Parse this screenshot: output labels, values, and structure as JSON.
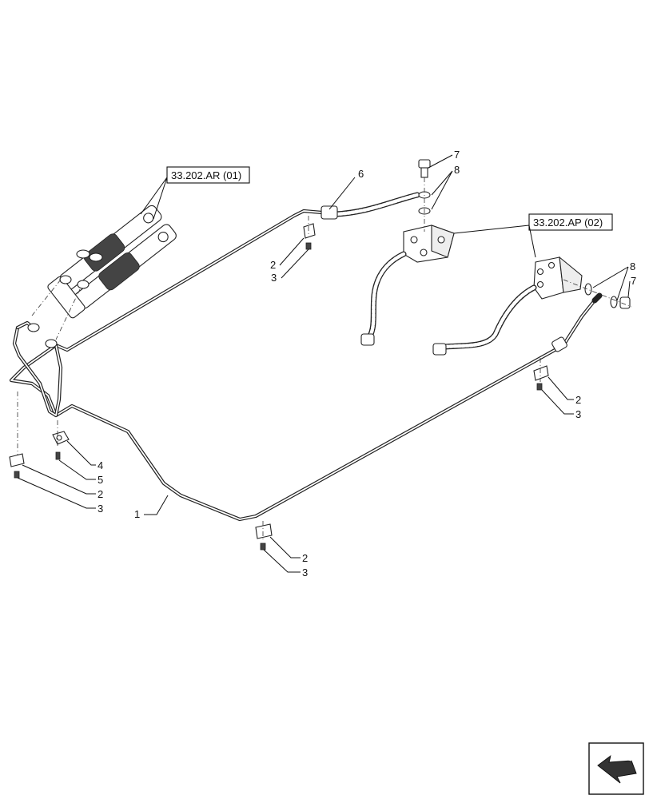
{
  "references": [
    {
      "id": "ref-ar",
      "text": "33.202.AR (01)"
    },
    {
      "id": "ref-ap",
      "text": "33.202.AP (02)"
    }
  ],
  "callouts": {
    "c1": "1",
    "c6": "6",
    "c7a": "7",
    "c8a": "8",
    "c7b": "7",
    "c8b": "8",
    "c2a": "2",
    "c3a": "3",
    "c2b": "2",
    "c3b": "3",
    "c4": "4",
    "c5": "5",
    "c2c": "2",
    "c3c": "3",
    "c2d": "2",
    "c3d": "3"
  },
  "nav_icon": "next-page-arrow-icon"
}
